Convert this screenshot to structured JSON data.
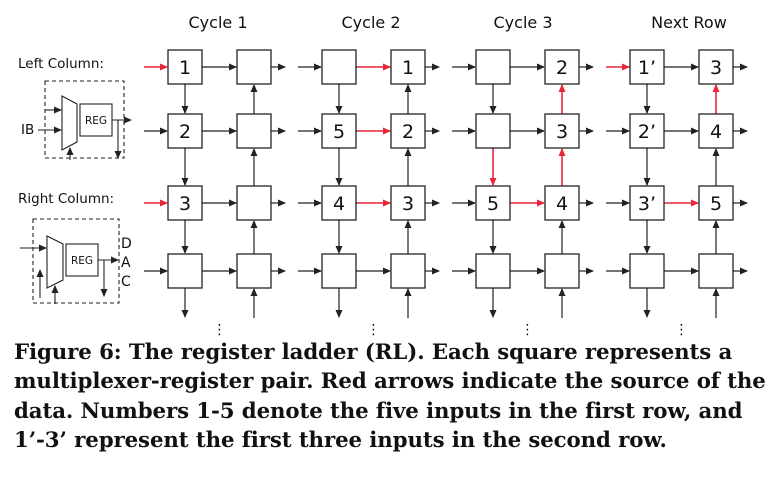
{
  "column_titles": [
    "Cycle 1",
    "Cycle 2",
    "Cycle 3",
    "Next Row"
  ],
  "legend": {
    "left_title": "Left Column:",
    "left_input": "IB",
    "left_reg": "REG",
    "right_title": "Right Column:",
    "right_reg": "REG",
    "right_outputs": [
      "D",
      "A",
      "C"
    ]
  },
  "grid": {
    "rows": 4,
    "ellipsis": "⋮",
    "panels": [
      {
        "cells": [
          [
            "1",
            ""
          ],
          [
            "2",
            ""
          ],
          [
            "3",
            ""
          ],
          [
            "",
            ""
          ]
        ]
      },
      {
        "cells": [
          [
            "",
            "1"
          ],
          [
            "5",
            "2"
          ],
          [
            "4",
            "3"
          ],
          [
            "",
            ""
          ]
        ]
      },
      {
        "cells": [
          [
            "",
            "2"
          ],
          [
            "",
            "3"
          ],
          [
            "5",
            "4"
          ],
          [
            "",
            ""
          ]
        ]
      },
      {
        "cells": [
          [
            "1’",
            "3"
          ],
          [
            "2’",
            "4"
          ],
          [
            "3’",
            "5"
          ],
          [
            "",
            ""
          ]
        ]
      }
    ]
  },
  "colors": {
    "highlight_arrow": "#e8253a",
    "arrow": "#222222"
  },
  "caption": "Figure 6: The register ladder (RL). Each square represents a multiplexer-register pair. Red arrows indicate the source of the data. Numbers 1-5 denote the five inputs in the first row, and 1’-3’ represent the first three inputs in the second row."
}
